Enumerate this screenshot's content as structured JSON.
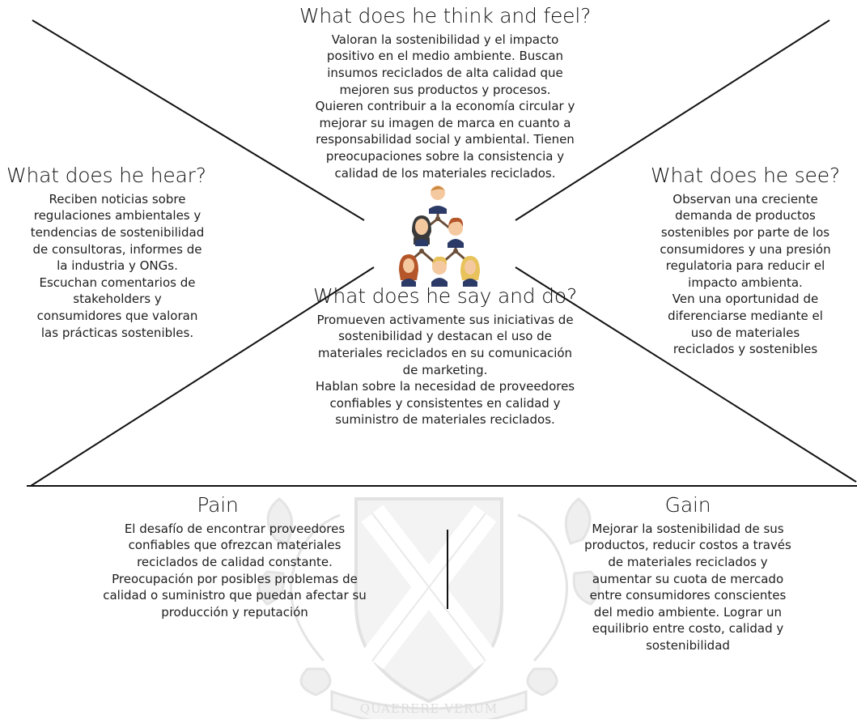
{
  "think_feel": {
    "heading": "What does he think and feel?",
    "lines": [
      "Valoran la sostenibilidad y el impacto",
      "positivo en el medio ambiente. Buscan",
      "insumos reciclados de alta calidad que",
      "mejoren sus productos y procesos.",
      "Quieren contribuir a la economía circular y",
      "mejorar su imagen de marca en cuanto a",
      "responsabilidad social y ambiental. Tienen",
      "preocupaciones sobre la consistencia y",
      "calidad de los materiales reciclados."
    ]
  },
  "hear": {
    "heading": "What does he hear?",
    "lines": [
      "Reciben noticias sobre",
      "regulaciones ambientales y",
      "tendencias de sostenibilidad",
      "de consultoras, informes de",
      "la industria y ONGs.",
      "Escuchan comentarios de",
      "stakeholders y",
      "consumidores que valoran",
      "las prácticas sostenibles."
    ]
  },
  "see": {
    "heading": "What does he see?",
    "lines": [
      "Observan una creciente",
      "demanda de productos",
      "sostenibles por parte de los",
      "consumidores y una presión",
      "regulatoria para reducir el",
      "impacto ambienta.",
      "Ven una oportunidad de",
      "diferenciarse mediante el",
      "uso de materiales",
      "reciclados y sostenibles"
    ]
  },
  "say_do": {
    "heading": "What does he say and do?",
    "lines": [
      "Promueven activamente sus iniciativas de",
      "sostenibilidad y destacan el uso de",
      "materiales reciclados en su comunicación",
      "de marketing.",
      "Hablan sobre la necesidad de proveedores",
      "confiables y consistentes en calidad y",
      "suministro de materiales reciclados."
    ]
  },
  "pain": {
    "heading": "Pain",
    "lines": [
      "El desafío de encontrar proveedores",
      "confiables que ofrezcan materiales",
      "reciclados de calidad constante.",
      "Preocupación por posibles problemas de",
      "calidad o suministro que puedan afectar su",
      "producción y reputación"
    ]
  },
  "gain": {
    "heading": "Gain",
    "lines": [
      "Mejorar la sostenibilidad de sus",
      "productos, reducir costos a través",
      "de materiales reciclados y",
      "aumentar su cuota de mercado",
      "entre consumidores conscientes",
      "del medio ambiente. Lograr un",
      "equilibrio entre costo, calidad y",
      "sostenibilidad"
    ]
  },
  "watermark": {
    "motto": "QUAERERE VERUM"
  },
  "icons": {
    "center": "people-network-icon",
    "watermark": "crest-shield-icon"
  },
  "colors": {
    "line": "#111111",
    "skin": "#f5c9a0",
    "shirt": "#2b3a67",
    "hair_dark": "#3a3a3a",
    "hair_brown": "#b5562a",
    "hair_blond": "#e8c25a",
    "connector": "#6b4f3a",
    "watermark": "#e6e6e6"
  }
}
